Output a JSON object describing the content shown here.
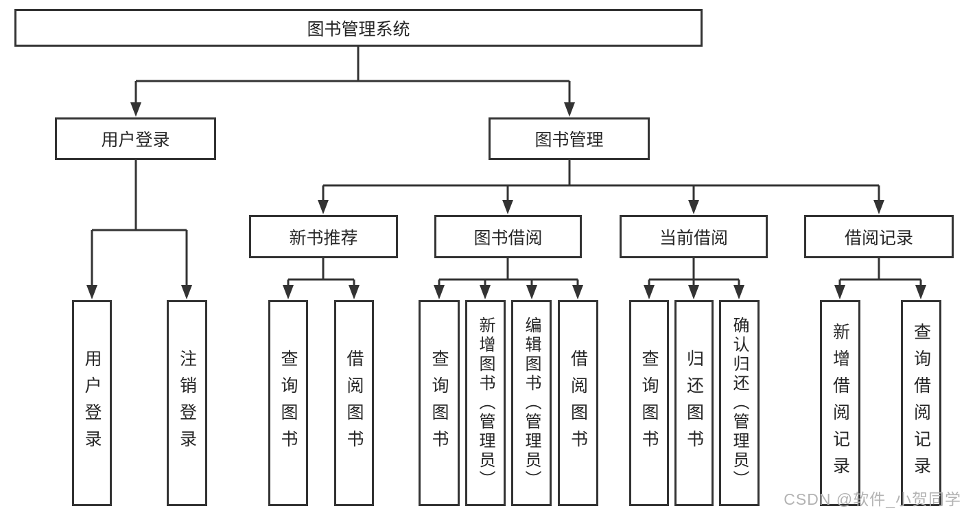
{
  "tree": {
    "root": {
      "label": "图书管理系统"
    },
    "children": [
      {
        "label": "用户登录",
        "children": [
          {
            "label": "用户登录"
          },
          {
            "label": "注销登录"
          }
        ]
      },
      {
        "label": "图书管理",
        "children": [
          {
            "label": "新书推荐",
            "children": [
              {
                "label": "查询图书"
              },
              {
                "label": "借阅图书"
              }
            ]
          },
          {
            "label": "图书借阅",
            "children": [
              {
                "label": "查询图书"
              },
              {
                "label": "新增图书（管理员）"
              },
              {
                "label": "编辑图书（管理员）"
              },
              {
                "label": "借阅图书"
              }
            ]
          },
          {
            "label": "当前借阅",
            "children": [
              {
                "label": "查询图书"
              },
              {
                "label": "归还图书"
              },
              {
                "label": "确认归还（管理员）"
              }
            ]
          },
          {
            "label": "借阅记录",
            "children": [
              {
                "label": "新增借阅记录"
              },
              {
                "label": "查询借阅记录"
              }
            ]
          }
        ]
      }
    ]
  },
  "watermark": "CSDN @软件_小贺同学",
  "colors": {
    "line": "#333333",
    "text": "#262626",
    "watermark": "#b3b3b3",
    "background": "#ffffff"
  }
}
